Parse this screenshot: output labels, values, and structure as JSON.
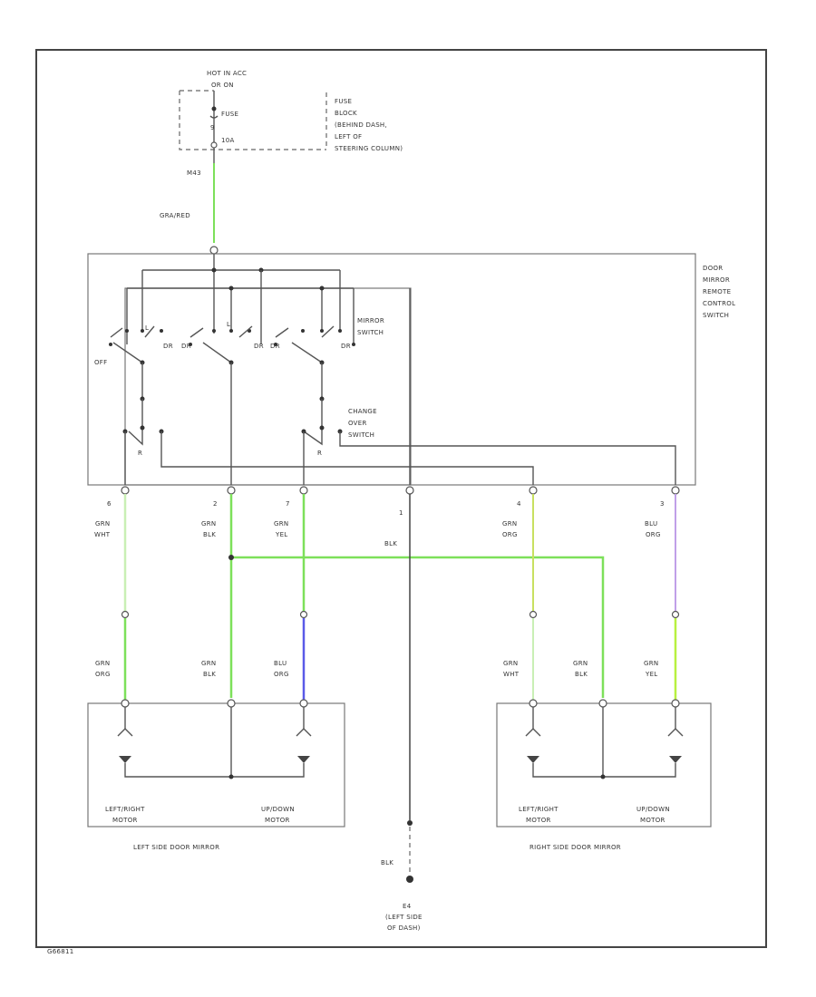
{
  "fuse": {
    "hot_label": [
      "HOT IN ACC",
      "OR ON"
    ],
    "fuse_label": "FUSE",
    "fuse_num": "9",
    "fuse_amp": "10A",
    "location": [
      "FUSE",
      "BLOCK",
      "(BEHIND DASH,",
      "LEFT OF",
      "STEERING COLUMN)"
    ],
    "terminal": "M43",
    "wire_top": "GRA/RED"
  },
  "switch_box": {
    "title": [
      "DOOR",
      "MIRROR",
      "REMOTE",
      "CONTROL",
      "SWITCH"
    ],
    "mirror_switch": [
      "MIRROR",
      "SWITCH"
    ],
    "change_over": [
      "CHANGE",
      "OVER",
      "SWITCH"
    ],
    "pos_labels": {
      "off": "OFF",
      "dr": "DR",
      "l": "L",
      "r": "R"
    }
  },
  "connector": {
    "pins": [
      "6",
      "2",
      "7",
      "1",
      "4",
      "3"
    ],
    "wires_top": [
      [
        "GRN",
        "WHT"
      ],
      [
        "GRN",
        "BLK"
      ],
      [
        "GRN",
        "YEL"
      ],
      [
        "BLK"
      ],
      [
        "GRN",
        "ORG"
      ],
      [
        "BLU",
        "ORG"
      ]
    ]
  },
  "left_mirror": {
    "wires": [
      [
        "GRN",
        "ORG"
      ],
      [
        "GRN",
        "BLK"
      ],
      [
        "BLU",
        "ORG"
      ]
    ],
    "motor1": [
      "LEFT/RIGHT",
      "MOTOR"
    ],
    "motor2": [
      "UP/DOWN",
      "MOTOR"
    ],
    "caption": "LEFT SIDE DOOR MIRROR"
  },
  "right_mirror": {
    "wires": [
      [
        "GRN",
        "WHT"
      ],
      [
        "GRN",
        "BLK"
      ],
      [
        "GRN",
        "YEL"
      ]
    ],
    "motor1": [
      "LEFT/RIGHT",
      "MOTOR"
    ],
    "motor2": [
      "UP/DOWN",
      "MOTOR"
    ],
    "caption": "RIGHT SIDE DOOR MIRROR"
  },
  "ground": {
    "wire": "BLK",
    "label": [
      "E4",
      "(LEFT SIDE",
      "OF DASH)"
    ]
  },
  "figure_id": "G66811",
  "colors": {
    "grn": "#7de05a",
    "grn_wht": "#c9efb5",
    "blu": "#5a5ae8",
    "yel": "#c8e060",
    "blu_org": "#c0a0e8",
    "grn_yel": "#b8f040"
  }
}
